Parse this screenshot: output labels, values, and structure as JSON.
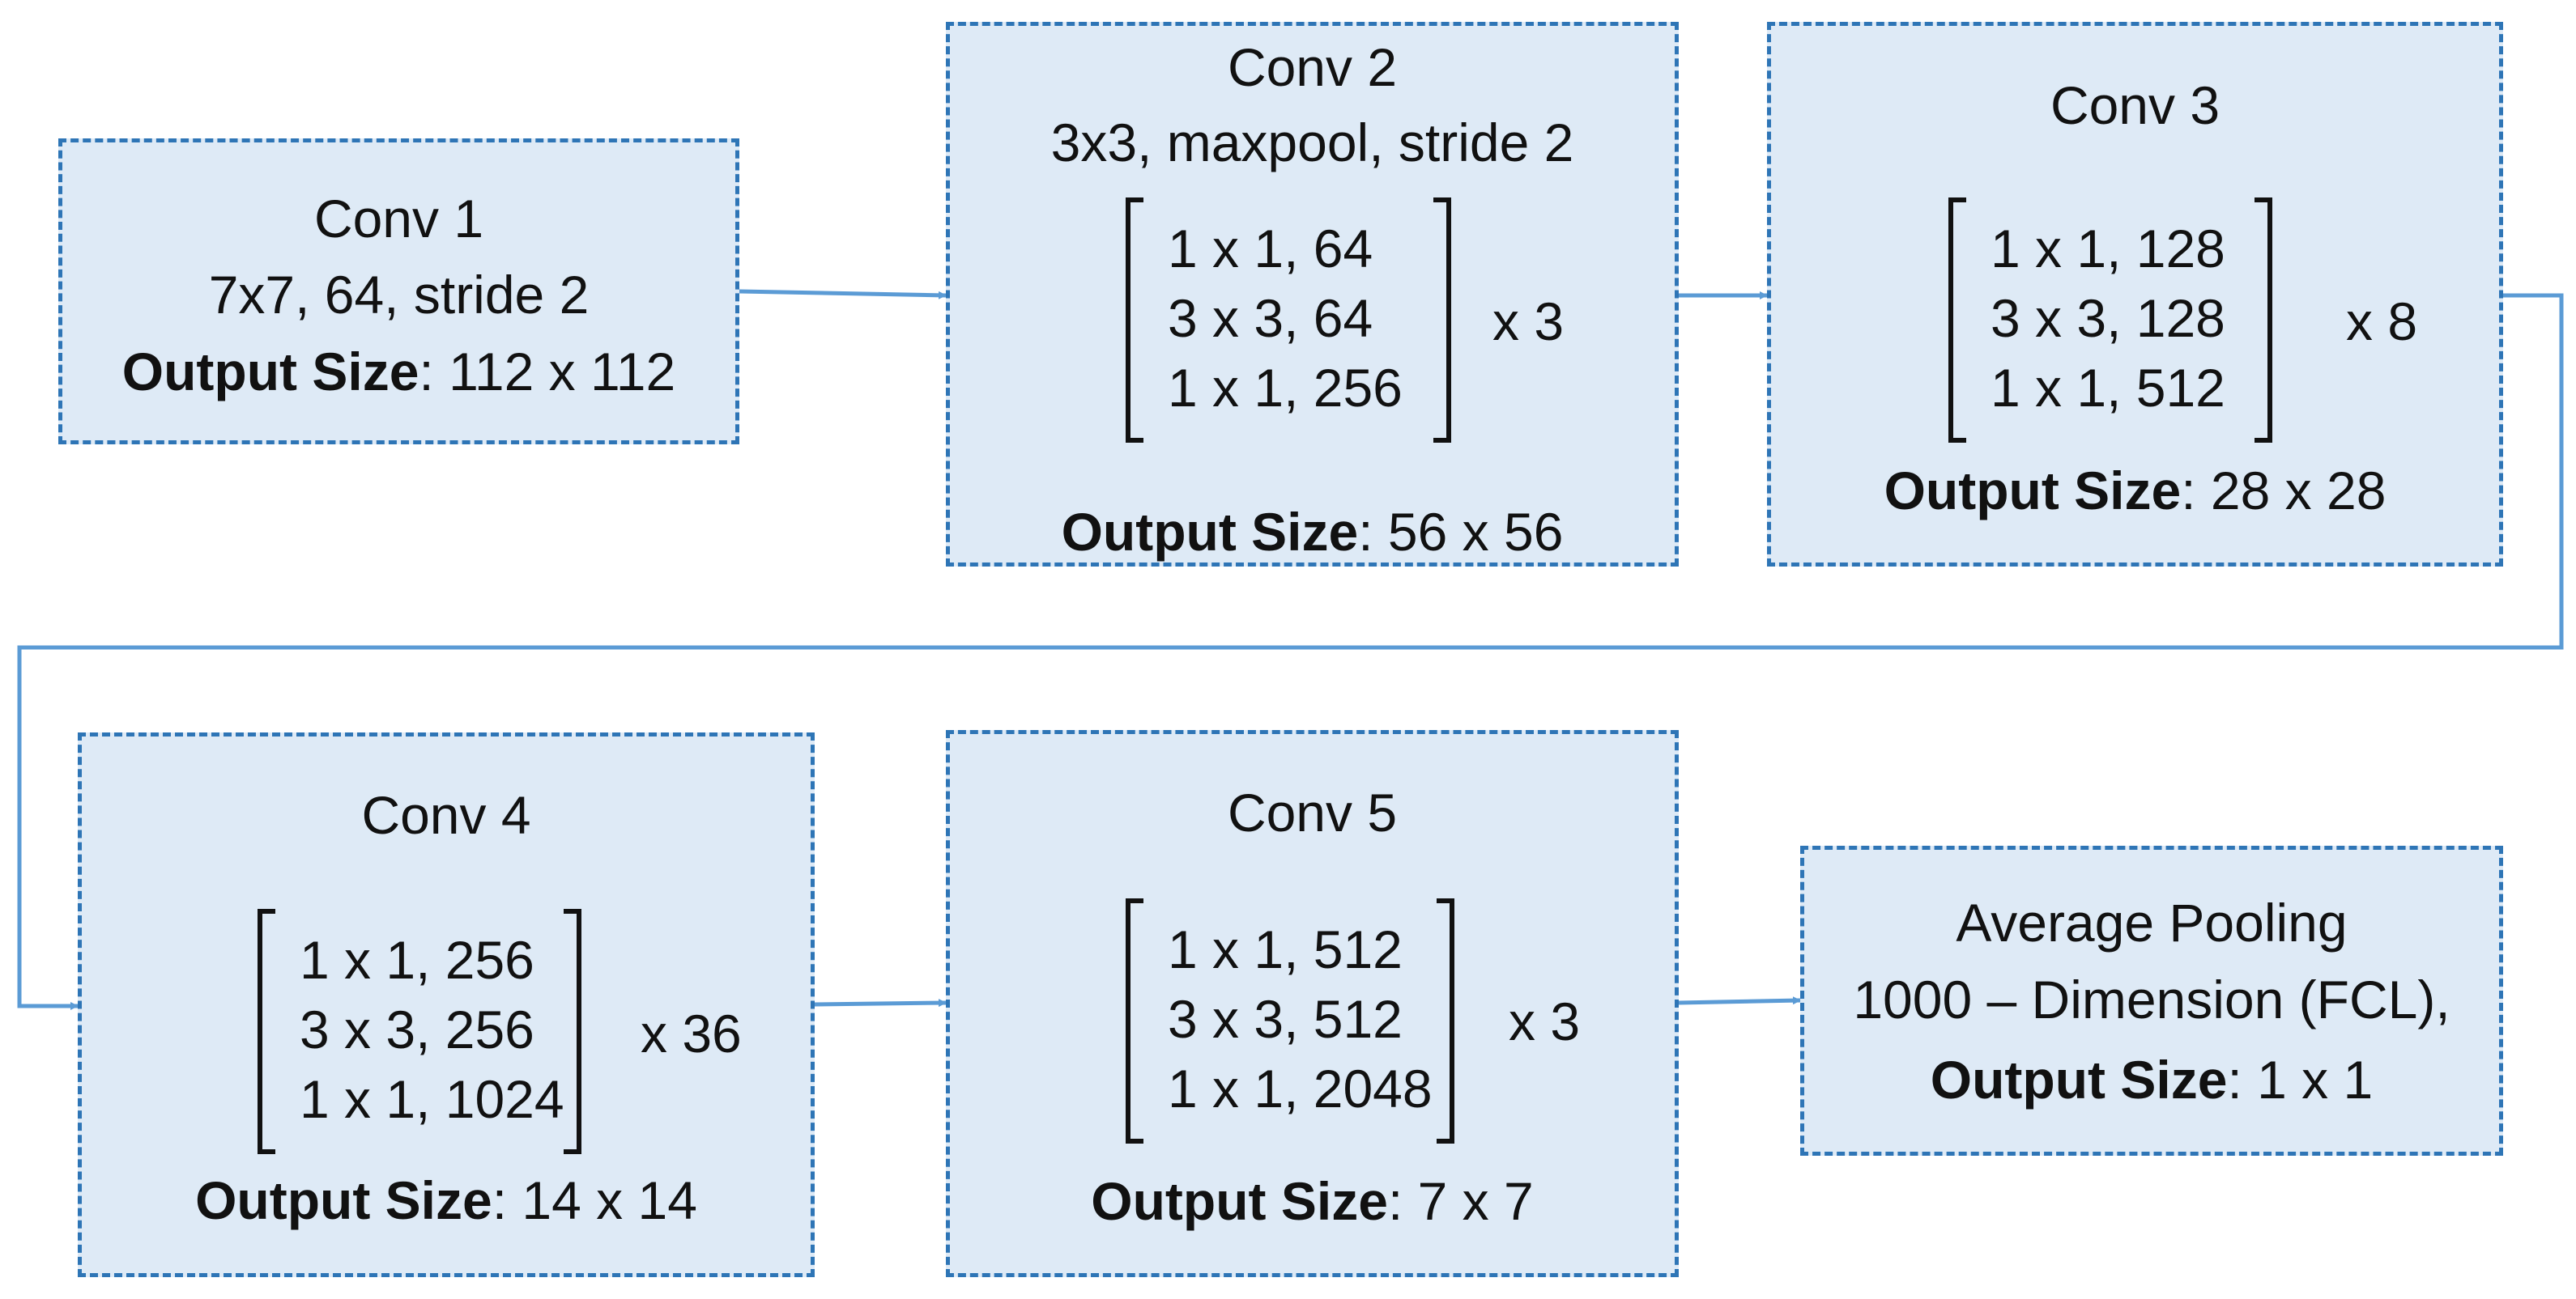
{
  "blocks": {
    "conv1": {
      "title": "Conv 1",
      "detail": "7x7, 64, stride 2",
      "output_label": "Output Size",
      "output_value": ": 112 x 112"
    },
    "conv2": {
      "title": "Conv 2",
      "detail": "3x3, maxpool, stride 2",
      "rows": [
        "1 x 1, 64",
        "3 x 3, 64",
        "1 x 1, 256"
      ],
      "repeat": "x 3",
      "output_label": "Output Size",
      "output_value": ": 56 x 56"
    },
    "conv3": {
      "title": "Conv 3",
      "rows": [
        "1 x 1, 128",
        "3 x 3, 128",
        "1 x 1, 512"
      ],
      "repeat": "x 8",
      "output_label": "Output Size",
      "output_value": ": 28 x 28"
    },
    "conv4": {
      "title": "Conv 4",
      "rows": [
        "1 x 1, 256",
        "3 x 3, 256",
        "1 x 1, 1024"
      ],
      "repeat": "x 36",
      "output_label": "Output Size",
      "output_value": ": 14 x 14"
    },
    "conv5": {
      "title": "Conv 5",
      "rows": [
        "1 x 1, 512",
        "3 x 3, 512",
        "1 x 1, 2048"
      ],
      "repeat": "x 3",
      "output_label": "Output Size",
      "output_value": ": 7 x 7"
    },
    "avgpool": {
      "title": "Average Pooling",
      "detail": "1000 – Dimension (FCL),",
      "output_label": "Output Size",
      "output_value": ": 1 x 1"
    }
  },
  "colors": {
    "box_fill": "#deeaf6",
    "box_border": "#2e75b6",
    "arrow": "#5b9bd5",
    "text": "#111111"
  }
}
